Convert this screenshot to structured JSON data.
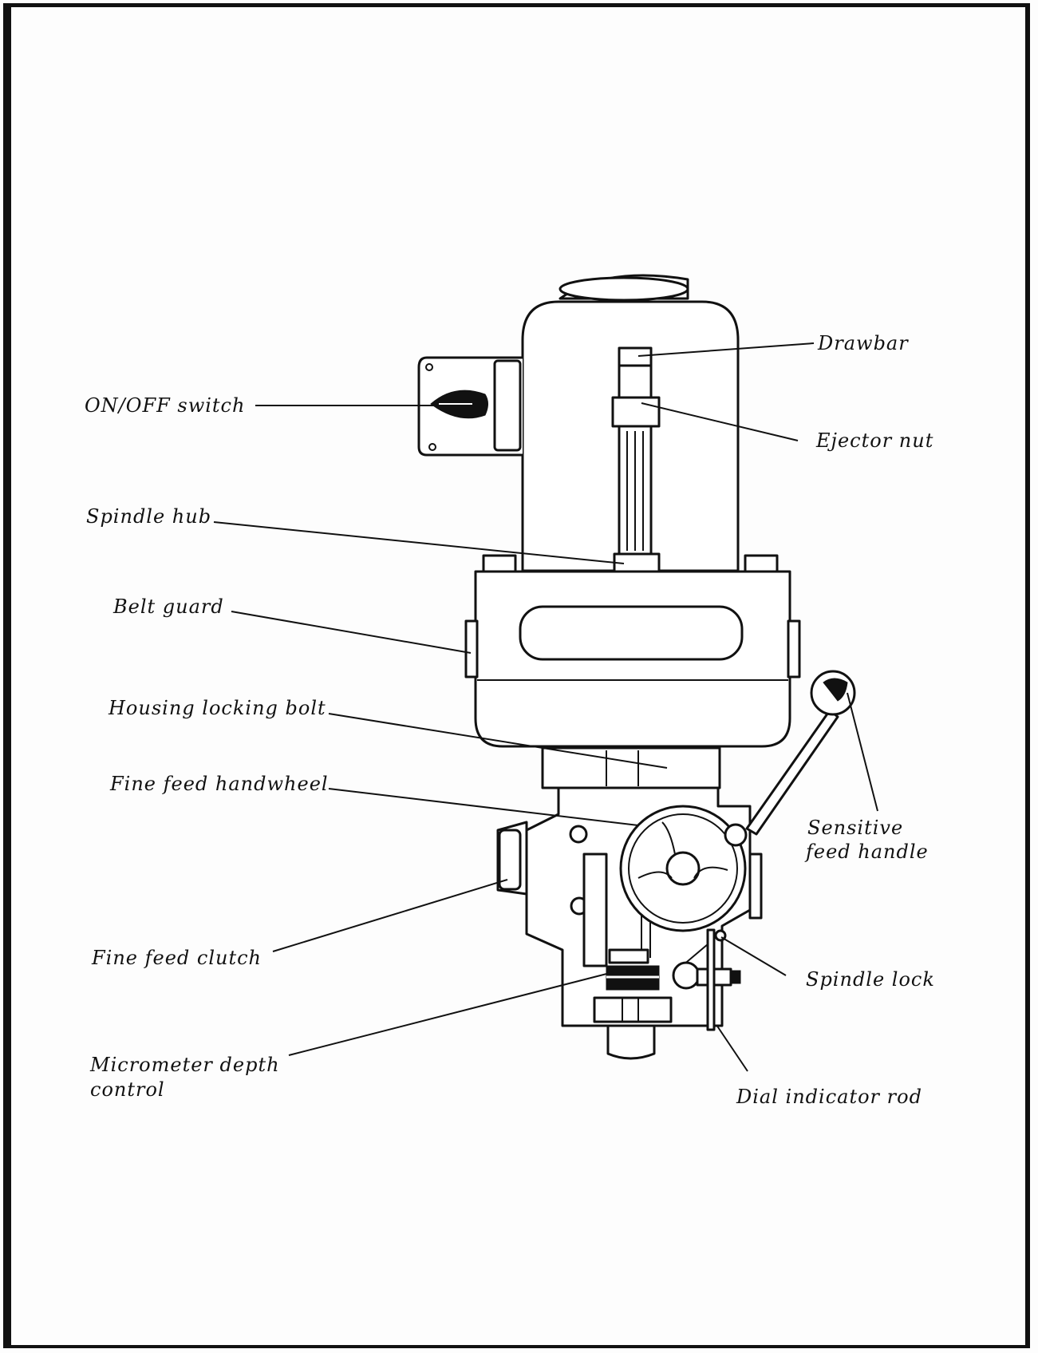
{
  "diagram": {
    "labels": {
      "on_off_switch": "ON/OFF switch",
      "drawbar": "Drawbar",
      "ejector_nut": "Ejector nut",
      "spindle_hub": "Spindle hub",
      "belt_guard": "Belt guard",
      "housing_locking_bolt": "Housing locking bolt",
      "fine_feed_handwheel": "Fine feed handwheel",
      "sensitive_feed_handle_line1": "Sensitive",
      "sensitive_feed_handle_line2": "feed handle",
      "fine_feed_clutch": "Fine feed clutch",
      "spindle_lock": "Spindle lock",
      "micrometer_depth_control_line1": "Micrometer depth",
      "micrometer_depth_control_line2": "control",
      "dial_indicator_rod": "Dial indicator rod"
    }
  }
}
